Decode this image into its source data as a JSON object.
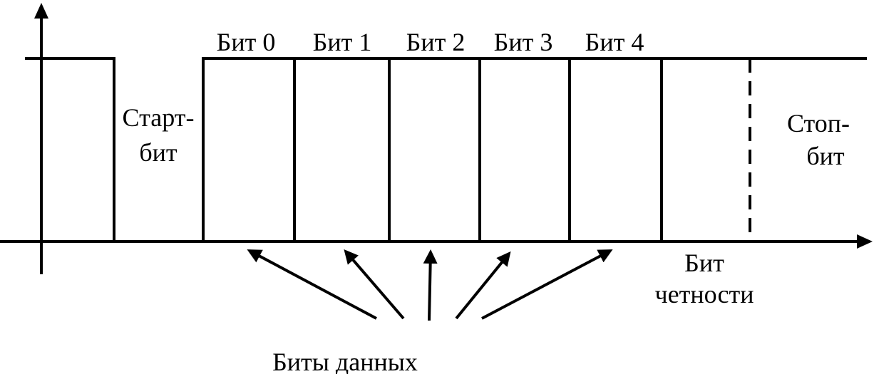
{
  "colors": {
    "line": "#000000",
    "background": "#ffffff"
  },
  "bit_labels": [
    "Бит 0",
    "Бит 1",
    "Бит 2",
    "Бит 3",
    "Бит 4"
  ],
  "start_bit": {
    "line1": "Старт-",
    "line2": "бит"
  },
  "stop_bit": {
    "line1": "Стоп-",
    "line2": "бит"
  },
  "parity_bit": {
    "line1": "Бит",
    "line2": "четности"
  },
  "data_bits_caption": "Биты данных"
}
